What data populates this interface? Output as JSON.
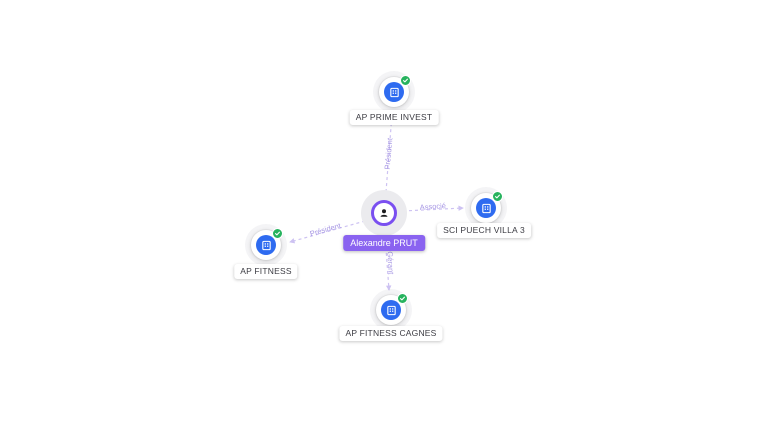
{
  "diagram": {
    "background": "#ffffff",
    "edge_color": "#cdc2f2",
    "edge_label_color": "#a797e4",
    "company_icon_color": "#2e6bf0",
    "verified_color": "#27b35e",
    "person_accent": "#7a4ff0"
  },
  "person": {
    "label": "Alexandre PRUT"
  },
  "companies": [
    {
      "label": "AP PRIME INVEST",
      "verified": true
    },
    {
      "label": "SCI PUECH VILLA 3",
      "verified": true
    },
    {
      "label": "AP FITNESS",
      "verified": true
    },
    {
      "label": "AP FITNESS CAGNES",
      "verified": true
    }
  ],
  "edges": [
    {
      "label": "Président",
      "from": "Alexandre PRUT",
      "to": "AP PRIME INVEST"
    },
    {
      "label": "Associé",
      "from": "Alexandre PRUT",
      "to": "SCI PUECH VILLA 3"
    },
    {
      "label": "Président",
      "from": "Alexandre PRUT",
      "to": "AP FITNESS"
    },
    {
      "label": "Gérant",
      "from": "Alexandre PRUT",
      "to": "AP FITNESS CAGNES"
    }
  ]
}
